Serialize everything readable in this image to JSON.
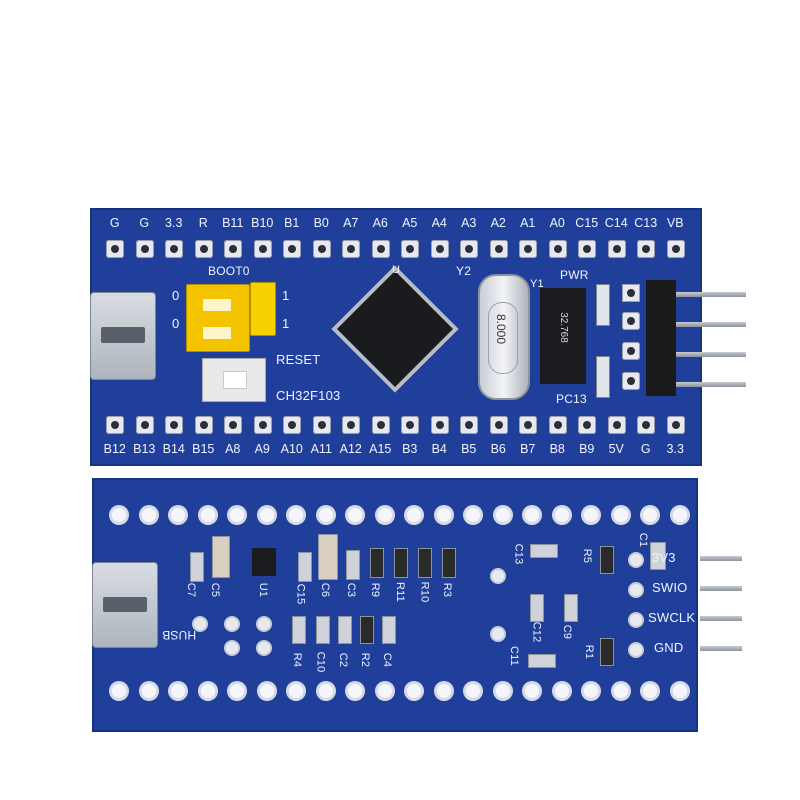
{
  "top_board": {
    "top_labels": [
      "G",
      "G",
      "3.3",
      "R",
      "B11",
      "B10",
      "B1",
      "B0",
      "A7",
      "A6",
      "A5",
      "A4",
      "A3",
      "A2",
      "A1",
      "A0",
      "C15",
      "C14",
      "C13",
      "VB"
    ],
    "bottom_labels": [
      "B12",
      "B13",
      "B14",
      "B15",
      "A8",
      "A9",
      "A10",
      "A11",
      "A12",
      "A15",
      "B3",
      "B4",
      "B5",
      "B6",
      "B7",
      "B8",
      "B9",
      "5V",
      "G",
      "3.3"
    ],
    "boot_label": "BOOT0",
    "boot_left_0": "0",
    "boot_left_1": "0",
    "boot_right_1": "1",
    "boot_right_2": "1",
    "reset_label": "RESET",
    "chip_label": "CH32F103",
    "u_label": "U",
    "y2_label": "Y2",
    "y1_label": "Y1",
    "pwr_label": "PWR",
    "pc13_label": "PC13",
    "crystal_text": "8.000",
    "y1_chip_text": "32.768"
  },
  "bottom_board": {
    "labels": {
      "c7": "C7",
      "c5": "C5",
      "u1": "U1",
      "c15": "C15",
      "c6": "C6",
      "c3": "C3",
      "r9": "R9",
      "r11": "R11",
      "r10": "R10",
      "r3": "R3",
      "c13": "C13",
      "r5": "R5",
      "c1": "C1",
      "c12": "C12",
      "c9": "C9",
      "c11": "C11",
      "r1": "R1",
      "r4": "R4",
      "c10": "C10",
      "c2": "C2",
      "r2": "R2",
      "c4": "C4",
      "husb": "HUSB"
    },
    "swd_labels": [
      "3V3",
      "SWIO",
      "SWCLK",
      "GND"
    ]
  },
  "colors": {
    "pcb_blue": "#1f3f9a",
    "silkscreen": "#f1f3ff",
    "jumper_yellow": "#f4c400",
    "background": "#ffffff"
  }
}
